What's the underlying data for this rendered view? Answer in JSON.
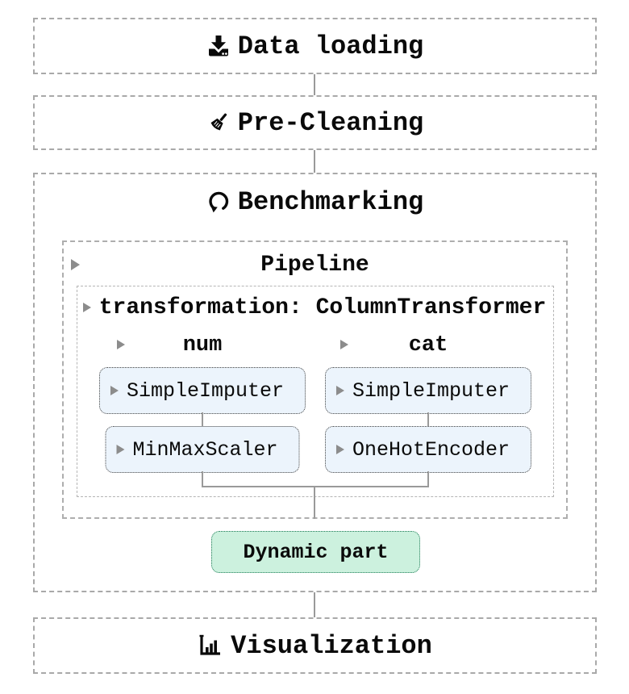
{
  "stages": {
    "data_loading": {
      "label": "Data loading",
      "icon": "download-icon"
    },
    "pre_cleaning": {
      "label": "Pre-Cleaning",
      "icon": "broom-icon"
    },
    "benchmarking": {
      "label": "Benchmarking",
      "icon": "loop-arrow-icon"
    },
    "visualization": {
      "label": "Visualization",
      "icon": "bar-chart-icon"
    }
  },
  "pipeline": {
    "label": "Pipeline",
    "transformer": {
      "label": "transformation: ColumnTransformer",
      "columns": [
        {
          "name": "num",
          "steps": [
            "SimpleImputer",
            "MinMaxScaler"
          ]
        },
        {
          "name": "cat",
          "steps": [
            "SimpleImputer",
            "OneHotEncoder"
          ]
        }
      ]
    },
    "dynamic_part_label": "Dynamic part"
  },
  "colors": {
    "estimator_fill": "#ecf4fc",
    "dynamic_fill": "#ccf1de",
    "dashed_border": "#a9a9a9",
    "dotted_border": "#3f3f3f",
    "dynamic_border": "#1c7a54",
    "connector": "#9a9a9a",
    "toggle": "#8c8c8c",
    "text": "#0a0a0a"
  }
}
